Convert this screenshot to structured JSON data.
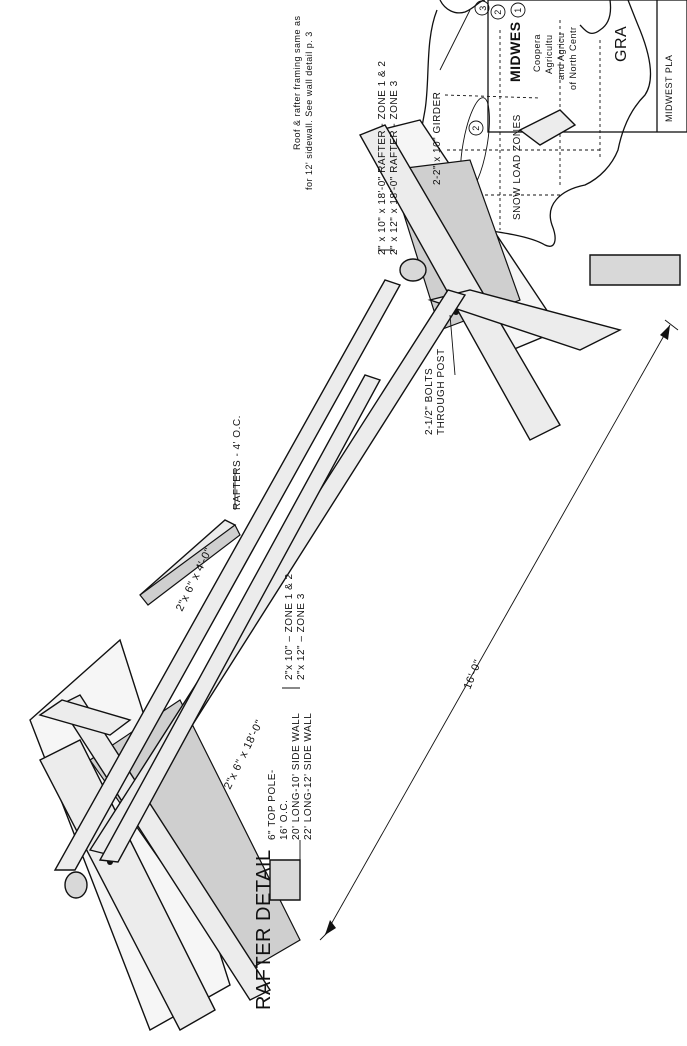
{
  "title": "RAFTER DETAIL",
  "header_note": [
    "Roof & rafter framing same as",
    "for 12' sidewall. See wall detail p. 3"
  ],
  "labels": {
    "top_pole": [
      "6\" TOP POLE-",
      "16' O.C.",
      "20' LONG-10' SIDE WALL",
      "22' LONG-12' SIDE WALL"
    ],
    "left_girder": [
      "2\"x 10\" – ZONE 1 & 2",
      "2\"x 12\" – ZONE 3"
    ],
    "short_brace": "2\"x 6\" x 4'-0\"",
    "long_brace": "2\"x 6\" x 18'-0\"",
    "rafters_spacing": "RAFTERS - 4' O.C.",
    "bolts": [
      "2-1/2\" BOLTS",
      "THROUGH POST"
    ],
    "rafter_sizes": [
      "2\" x 10\" x 18'-0\" RAFTER - ZONE 1 & 2",
      "2\" x 12\" x 18'-0\" RAFTER - ZONE 3"
    ],
    "right_girder": "2-2\" x 10\" GIRDER",
    "span": "16'-0\"",
    "snow_load": "SNOW LOAD ZONES"
  },
  "map_zones": [
    "1",
    "2",
    "3"
  ],
  "title_block": {
    "heading": "MIDWES",
    "lines": [
      "Coopera",
      "Agricultu",
      "and Agricu",
      "of North Centr"
    ],
    "plan_name": "GRA",
    "footer": "MIDWEST PLA"
  }
}
